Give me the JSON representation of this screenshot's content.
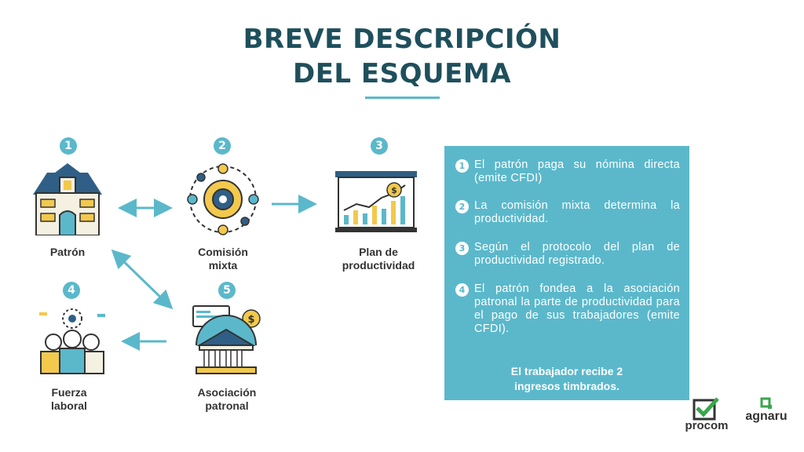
{
  "title": {
    "line1": "BREVE DESCRIPCIÓN",
    "line2": "DEL ESQUEMA"
  },
  "nodes": [
    {
      "number": "1",
      "label_lines": [
        "Patrón"
      ],
      "icon": "building-icon"
    },
    {
      "number": "2",
      "label_lines": [
        "Comisión",
        "mixta"
      ],
      "icon": "committee-gear-icon"
    },
    {
      "number": "3",
      "label_lines": [
        "Plan de",
        "productividad"
      ],
      "icon": "growth-chart-icon"
    },
    {
      "number": "4",
      "label_lines": [
        "Fuerza",
        "laboral"
      ],
      "icon": "workers-icon"
    },
    {
      "number": "5",
      "label_lines": [
        "Asociación",
        "patronal"
      ],
      "icon": "bank-icon"
    }
  ],
  "steps": [
    {
      "number": "1",
      "text": "El patrón paga su nómina directa (emite CFDI)"
    },
    {
      "number": "2",
      "text": "La comisión mixta determina la productividad."
    },
    {
      "number": "3",
      "text": "Según el protocolo del plan de productividad registrado."
    },
    {
      "number": "4",
      "text": "El patrón fondea a la asociación patronal la parte de productividad para el pago de sus trabajadores (emite CFDI)."
    }
  ],
  "closing_lines": [
    "El trabajador recibe 2",
    "ingresos timbrados."
  ],
  "logos": {
    "procom": "procom",
    "agnaru": "agnaru"
  },
  "colors": {
    "accent": "#5bb8cb",
    "title": "#1f4f5c",
    "dark_blue": "#2f5f86",
    "yellow": "#f2c94c"
  }
}
